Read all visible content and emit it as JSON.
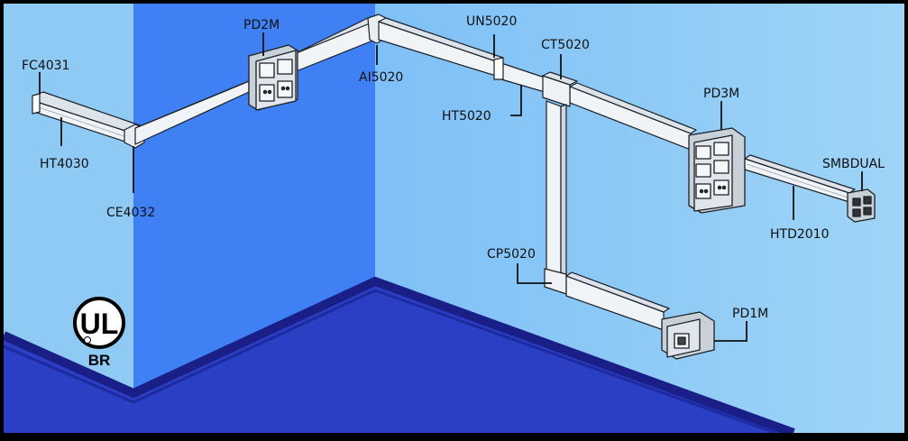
{
  "colors": {
    "left_wall": "#8fcaf5",
    "center_wall": "#3f80f4",
    "right_wall": "#8fcaf5",
    "floor": "#2a3fc4",
    "floor_edge": "#1a1f88",
    "duct_fill": "#f1f4f7",
    "duct_shade": "#c9d2dc",
    "box_fill": "#d6dde4",
    "outline": "#1b1f26"
  },
  "labels": {
    "fc4031": "FC4031",
    "ht4030": "HT4030",
    "ce4032": "CE4032",
    "pd2m": "PD2M",
    "ai5020": "AI5020",
    "un5020": "UN5020",
    "ct5020": "CT5020",
    "ht5020": "HT5020",
    "pd3m": "PD3M",
    "smbdual": "SMBDUAL",
    "htd2010": "HTD2010",
    "cp5020": "CP5020",
    "pd1m": "PD1M"
  },
  "certification": {
    "logo_text": "UL",
    "region": "BR"
  }
}
